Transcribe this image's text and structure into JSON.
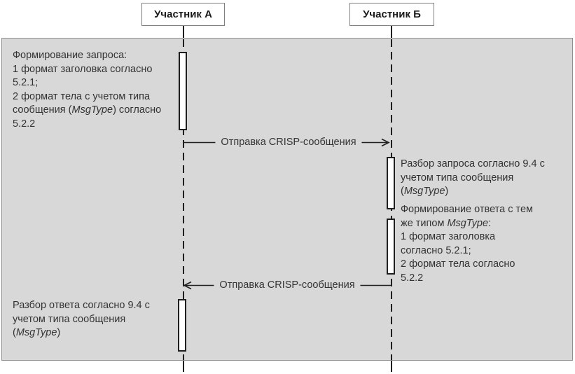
{
  "participants": [
    {
      "label": "Участник А"
    },
    {
      "label": "Участник Б"
    }
  ],
  "messages": [
    {
      "label": "Отправка CRISP-сообщения",
      "direction": "right",
      "from": "Участник А",
      "to": "Участник Б"
    },
    {
      "label": "Отправка CRISP-сообщения",
      "direction": "left",
      "from": "Участник Б",
      "to": "Участник А"
    }
  ],
  "notes": {
    "tl": {
      "lines": [
        [
          {
            "t": "Формирование запроса:"
          }
        ],
        [
          {
            "t": "1 формат заголовка согласно"
          }
        ],
        [
          {
            "t": "5.2.1;"
          }
        ],
        [
          {
            "t": "2 формат тела с учетом типа"
          }
        ],
        [
          {
            "t": "сообщения ("
          },
          {
            "t": "MsgType",
            "i": true
          },
          {
            "t": ") согласно"
          }
        ],
        [
          {
            "t": "5.2.2"
          }
        ]
      ]
    },
    "tr": {
      "lines": [
        [
          {
            "t": "Разбор запроса согласно 9.4 с"
          }
        ],
        [
          {
            "t": "учетом типа сообщения"
          }
        ],
        [
          {
            "t": "("
          },
          {
            "t": "MsgType",
            "i": true
          },
          {
            "t": ")"
          }
        ]
      ]
    },
    "mr": {
      "lines": [
        [
          {
            "t": "Формирование ответа с тем"
          }
        ],
        [
          {
            "t": "же типом "
          },
          {
            "t": "MsgType",
            "i": true
          },
          {
            "t": ":"
          }
        ],
        [
          {
            "t": "1 формат заголовка"
          }
        ],
        [
          {
            "t": "согласно 5.2.1;"
          }
        ],
        [
          {
            "t": "2 формат тела согласно"
          }
        ],
        [
          {
            "t": "5.2.2"
          }
        ]
      ]
    },
    "bl": {
      "lines": [
        [
          {
            "t": "Разбор ответа согласно 9.4 с"
          }
        ],
        [
          {
            "t": "учетом типа сообщения"
          }
        ],
        [
          {
            "t": "("
          },
          {
            "t": "MsgType",
            "i": true
          },
          {
            "t": ")"
          }
        ]
      ]
    }
  },
  "colors": {
    "stage_bg": "#d8d8d8",
    "stage_border": "#8f8f8f",
    "line": "#1f1f1f",
    "box_bg": "#ffffff",
    "box_border": "#7f7f7f",
    "text": "#333333"
  }
}
